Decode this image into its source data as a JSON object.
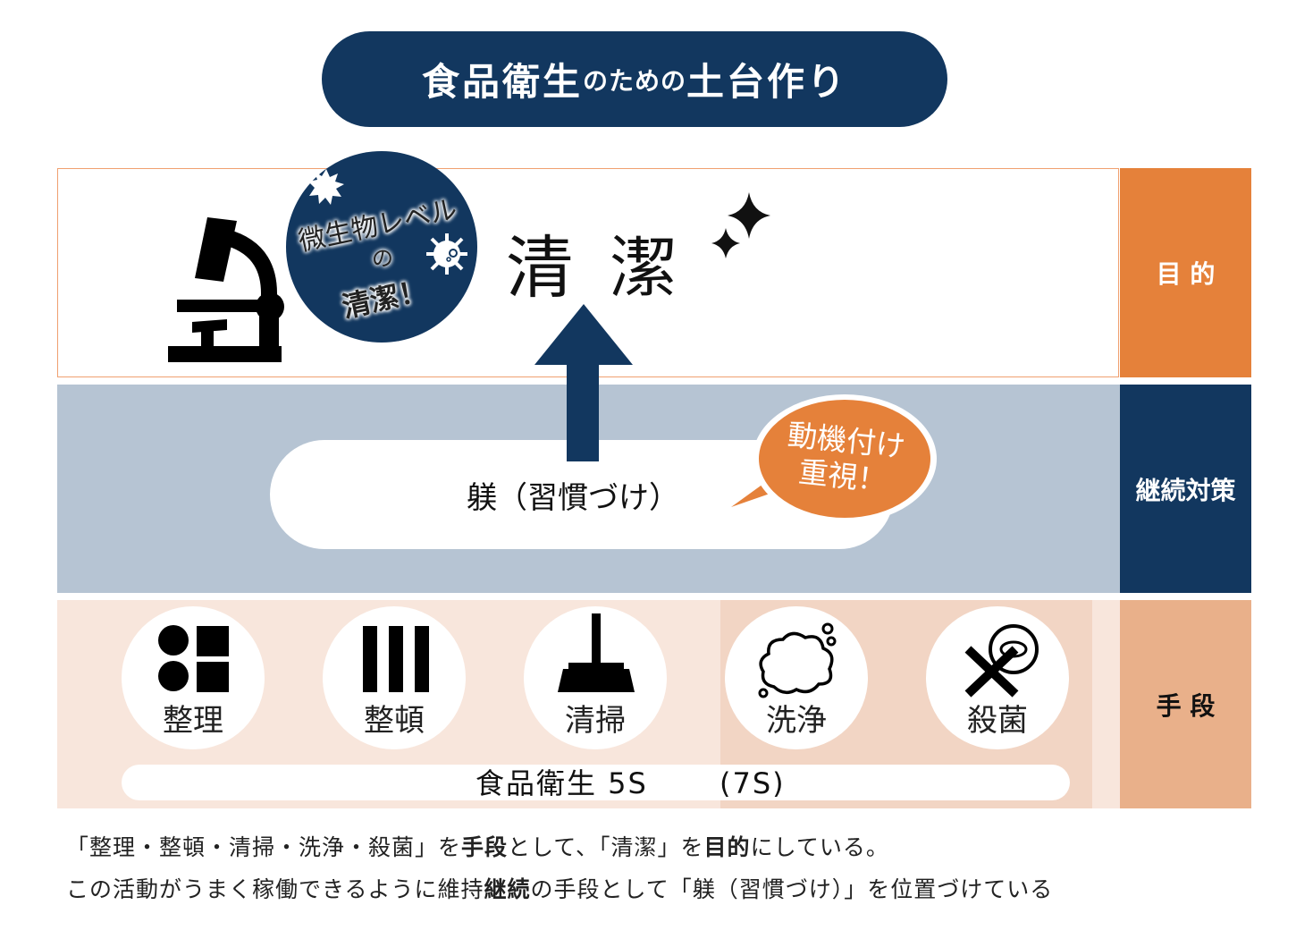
{
  "title": {
    "part1": "食品衛生",
    "part2": "のための",
    "part3": "土台作り"
  },
  "top": {
    "main_text": "清 潔",
    "badge": {
      "line1": "微生物レベル",
      "line2": "の",
      "line3": "清潔！"
    },
    "side_label": "目 的"
  },
  "middle": {
    "pill_text": "躾（習慣づけ）",
    "bubble_line1": "動機付け",
    "bubble_line2": "重視！",
    "side_label": "継続対策"
  },
  "bottom": {
    "items": [
      {
        "label": "整理",
        "icon": "grid-shapes-icon"
      },
      {
        "label": "整頓",
        "icon": "vertical-bars-icon"
      },
      {
        "label": "清掃",
        "icon": "broom-icon"
      },
      {
        "label": "洗浄",
        "icon": "foam-bubbles-icon"
      },
      {
        "label": "殺菌",
        "icon": "germ-cross-icon"
      }
    ],
    "pill_text": "食品衛生 5S　　 (7S)",
    "side_label": "手 段"
  },
  "footer": {
    "line1": {
      "a": "「整理・整頓・清掃・洗浄・殺菌」を",
      "b": "手段",
      "c": "として、「清潔」を",
      "d": "目的",
      "e": "にしている。"
    },
    "line2": {
      "a": "この活動がうまく稼働できるように維持",
      "b": "継続",
      "c": "の手段として「躾（習慣づけ）」を位置づけている"
    }
  },
  "colors": {
    "navy": "#12375f",
    "orange": "#e5813a",
    "peach": "#e9b08a",
    "slate": "#b6c4d3"
  }
}
